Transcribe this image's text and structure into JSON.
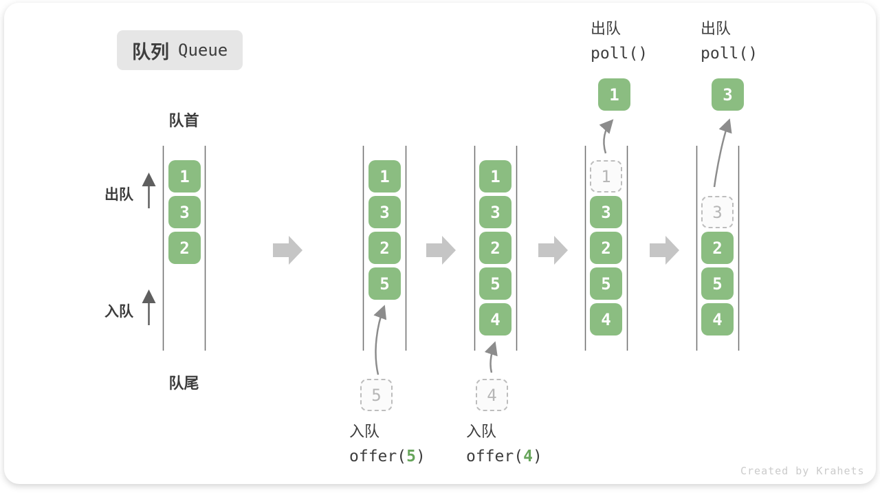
{
  "title": {
    "zh": "队列",
    "en": "Queue"
  },
  "labels": {
    "front": "队首",
    "rear": "队尾",
    "dequeue_side": "出队",
    "enqueue_side": "入队"
  },
  "queue_states": [
    {
      "cells": [
        "1",
        "3",
        "2"
      ]
    },
    {
      "cells": [
        "1",
        "3",
        "2",
        "5"
      ],
      "incoming": "5",
      "op_zh": "入队",
      "op_code_pre": "offer(",
      "op_arg": "5",
      "op_code_post": ")"
    },
    {
      "cells": [
        "1",
        "3",
        "2",
        "5",
        "4"
      ],
      "incoming": "4",
      "op_zh": "入队",
      "op_code_pre": "offer(",
      "op_arg": "4",
      "op_code_post": ")"
    },
    {
      "removed": "1",
      "cells": [
        "3",
        "2",
        "5",
        "4"
      ],
      "outgoing": "1",
      "op_zh": "出队",
      "op_code": "poll()"
    },
    {
      "removed": "3",
      "cells": [
        "2",
        "5",
        "4"
      ],
      "outgoing": "3",
      "op_zh": "出队",
      "op_code": "poll()"
    }
  ],
  "watermark": "Created by Krahets",
  "colors": {
    "green": "#8bbd81",
    "green_text": "#ffffff",
    "code_green": "#67a55b",
    "ghost_border": "#bdbdbd",
    "ghost_bg": "#fbfbfb",
    "ghost_text": "#b6b6b6",
    "ink": "#3d3d3d",
    "line": "#6e6e6e",
    "block_arrow": "#c5c5c5",
    "curve_arrow": "#8c8c8c",
    "side_arrow": "#5f5f5f",
    "title_bg": "#e6e6e6",
    "watermark": "#cbcbcb",
    "card_bg": "#ffffff"
  }
}
